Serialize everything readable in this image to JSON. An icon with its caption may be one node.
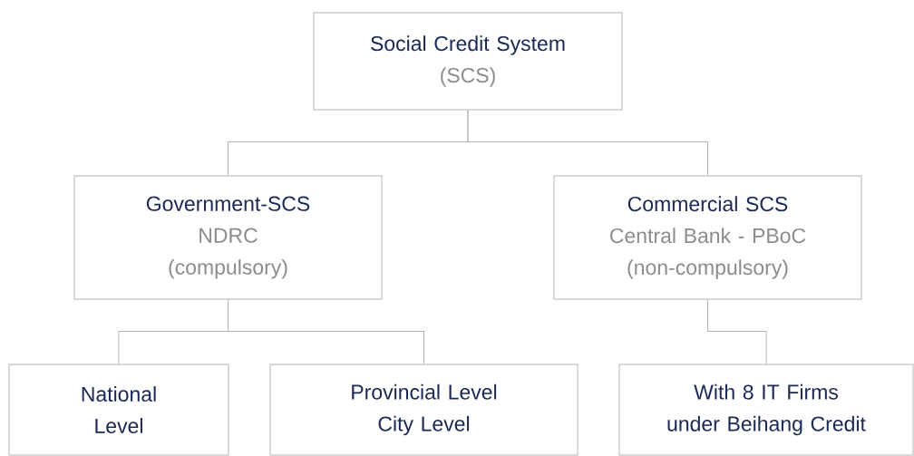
{
  "diagram": {
    "nodes": [
      {
        "text": [
          "Social Credit System",
          "(SCS)"
        ]
      },
      {
        "text": [
          "Government-SCS",
          "NDRC",
          "(compulsory)"
        ]
      },
      {
        "text": [
          "Commercial SCS",
          "Central Bank - PBoC",
          "(non-compulsory)"
        ]
      },
      {
        "text": [
          "National Level"
        ]
      },
      {
        "text": [
          "Provincial Level",
          "City Level"
        ]
      },
      {
        "text": [
          "With 8 IT Firms under Beihang Credit"
        ]
      }
    ],
    "edges": [
      {
        "from": 0,
        "to": 1,
        "arrow": "none"
      },
      {
        "from": 0,
        "to": 2,
        "arrow": "none"
      },
      {
        "from": 1,
        "to": 3,
        "arrow": "none"
      },
      {
        "from": 1,
        "to": 4,
        "arrow": "none"
      },
      {
        "from": 2,
        "to": 5,
        "arrow": "none"
      }
    ]
  }
}
